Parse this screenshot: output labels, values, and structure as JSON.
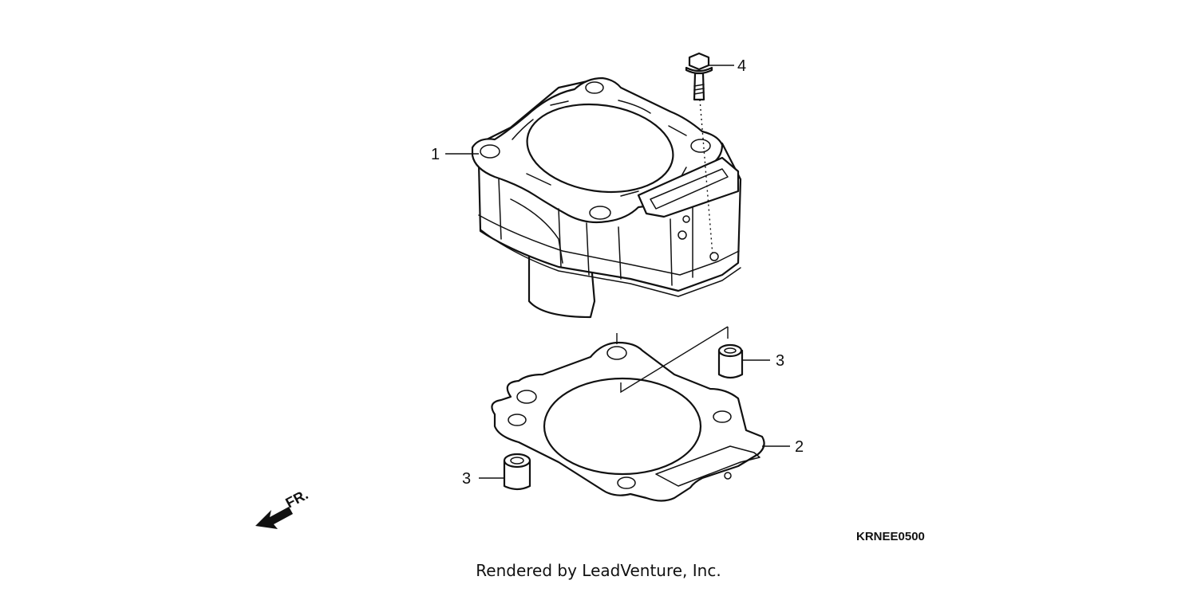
{
  "diagram": {
    "callouts": [
      {
        "id": "1",
        "label": "1"
      },
      {
        "id": "2",
        "label": "2"
      },
      {
        "id": "3a",
        "label": "3"
      },
      {
        "id": "3b",
        "label": "3"
      },
      {
        "id": "4",
        "label": "4"
      }
    ],
    "direction_label": "FR.",
    "diagram_code": "KRNEE0500"
  },
  "footer": {
    "text": "Rendered by LeadVenture, Inc."
  }
}
